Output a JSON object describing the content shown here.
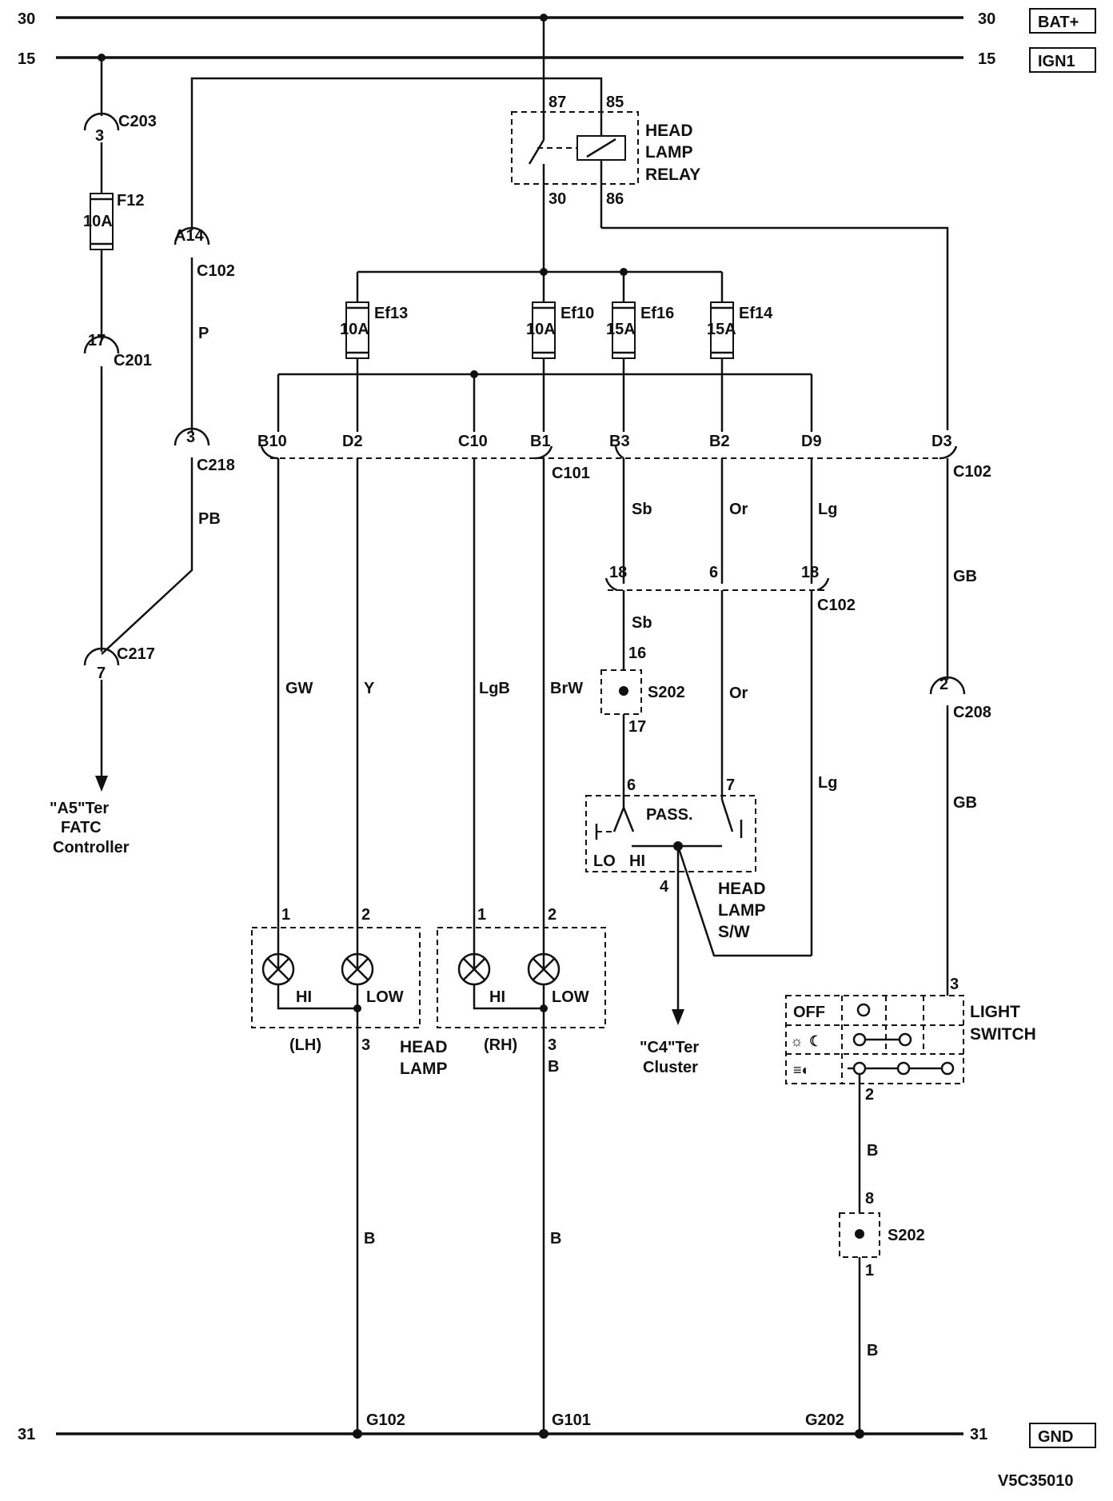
{
  "rails": {
    "bat": {
      "num": "30",
      "label": "BAT+"
    },
    "ign": {
      "num": "15",
      "label": "IGN1"
    },
    "gnd": {
      "num": "31",
      "label": "GND"
    }
  },
  "relay": {
    "title": [
      "HEAD",
      "LAMP",
      "RELAY"
    ],
    "pins": [
      "87",
      "85",
      "30",
      "86"
    ]
  },
  "left_branch": {
    "c203": {
      "pin": "3",
      "name": "C203"
    },
    "fuse": {
      "name": "F12",
      "rating": "10A"
    },
    "c201": {
      "pin": "17",
      "name": "C201"
    },
    "c217": {
      "pin": "7",
      "name": "C217"
    },
    "dest": [
      "\"A5\"Ter",
      "FATC",
      "Controller"
    ]
  },
  "p_branch": {
    "c102_pin": "A14",
    "c102_name": "C102",
    "wire1": "P",
    "c218_pin": "3",
    "c218_name": "C218",
    "wire2": "PB"
  },
  "fuses": [
    {
      "name": "Ef13",
      "rating": "10A"
    },
    {
      "name": "Ef10",
      "rating": "10A"
    },
    {
      "name": "Ef16",
      "rating": "15A"
    },
    {
      "name": "Ef14",
      "rating": "15A"
    }
  ],
  "c101_pins": [
    "B10",
    "D2",
    "C10",
    "B1",
    "B3",
    "B2",
    "D9",
    "D3"
  ],
  "c101_name": "C101",
  "c102_name": "C102",
  "wires": {
    "gw": "GW",
    "y": "Y",
    "lgb": "LgB",
    "brw": "BrW",
    "sb": "Sb",
    "or": "Or",
    "lg": "Lg",
    "gb": "GB",
    "b": "B"
  },
  "c102b": {
    "pins": [
      "18",
      "6",
      "18"
    ],
    "name": "C102"
  },
  "s202a": {
    "name": "S202",
    "top": "16",
    "bottom": "17"
  },
  "hl_switch": {
    "pins": [
      "6",
      "7",
      "4"
    ],
    "pass": "PASS.",
    "lo": "LO",
    "hi": "HI",
    "title": [
      "HEAD",
      "LAMP",
      "S/W"
    ]
  },
  "cluster_dest": [
    "\"C4\"Ter",
    "Cluster"
  ],
  "lamps": {
    "lh": {
      "side": "(LH)",
      "pin_hi": "1",
      "pin_low": "2",
      "pin_gnd": "3",
      "hi": "HI",
      "low": "LOW"
    },
    "rh": {
      "side": "(RH)",
      "pin_hi": "1",
      "pin_low": "2",
      "pin_gnd": "3",
      "hi": "HI",
      "low": "LOW"
    },
    "title": [
      "HEAD",
      "LAMP"
    ]
  },
  "c208": {
    "pin": "2",
    "name": "C208"
  },
  "light_switch": {
    "pin_in": "3",
    "pin_out": "2",
    "off": "OFF",
    "title": [
      "LIGHT",
      "SWITCH"
    ]
  },
  "s202b": {
    "name": "S202",
    "top": "8",
    "bottom": "1"
  },
  "grounds": [
    "G102",
    "G101",
    "G202"
  ],
  "code": "V5C35010"
}
